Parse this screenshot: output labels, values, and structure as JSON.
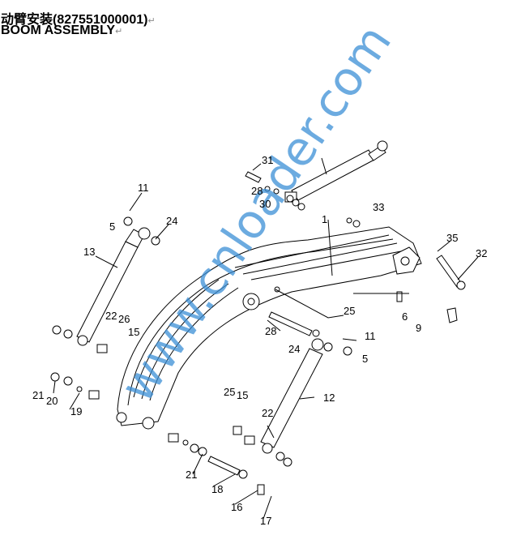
{
  "header": {
    "title_cn": "动臂安装(827551000001)",
    "title_en": "BOOM ASSEMBLY"
  },
  "watermark": "www.cnloader.com",
  "colors": {
    "watermark": "#3b8fd6",
    "line": "#000000"
  },
  "callouts": [
    "31",
    "30",
    "28",
    "33",
    "1",
    "35",
    "32",
    "25",
    "6",
    "9",
    "11",
    "5",
    "24",
    "28",
    "12",
    "11",
    "5",
    "24",
    "13",
    "22",
    "26",
    "15",
    "21",
    "20",
    "19",
    "25",
    "15",
    "22",
    "21",
    "18",
    "16",
    "17"
  ]
}
